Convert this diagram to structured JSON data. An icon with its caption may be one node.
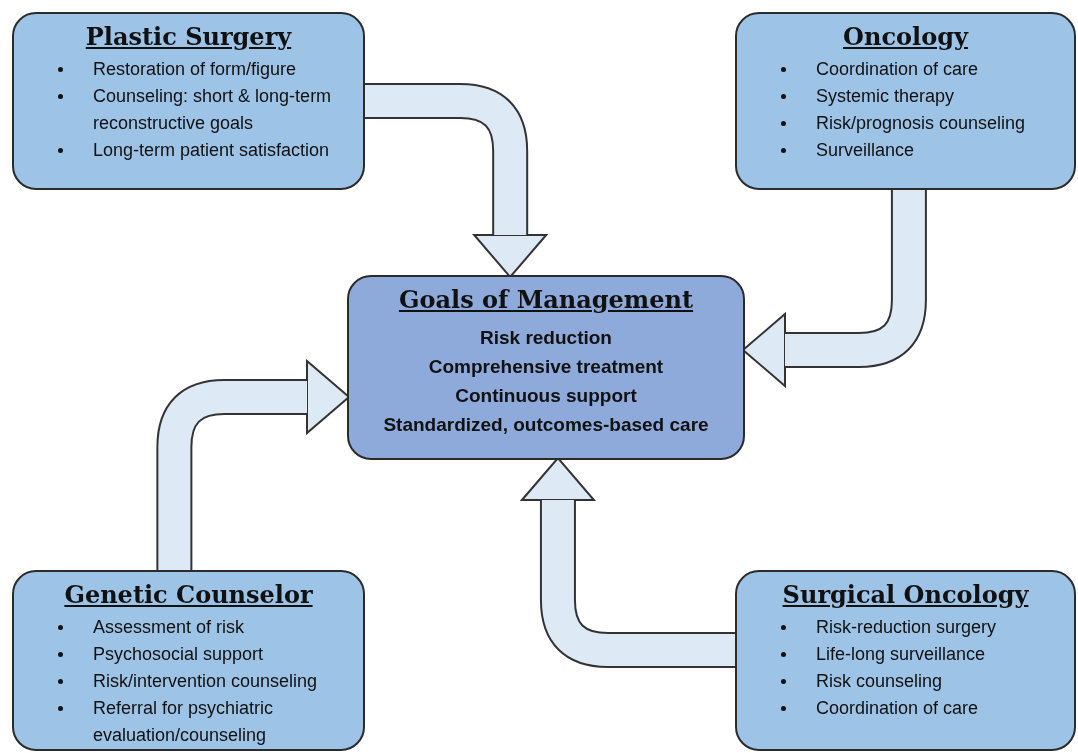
{
  "diagram": {
    "nodes": [
      {
        "text": [
          "Plastic Surgery",
          "Restoration of form/figure",
          "Counseling: short & long-term reconstructive goals",
          "Long-term patient satisfaction"
        ]
      },
      {
        "text": [
          "Oncology",
          "Coordination of care",
          "Systemic therapy",
          "Risk/prognosis counseling",
          "Surveillance"
        ]
      },
      {
        "text": [
          "Goals of Management",
          "Risk reduction",
          "Comprehensive treatment",
          "Continuous support",
          "Standardized, outcomes-based care"
        ]
      },
      {
        "text": [
          "Genetic Counselor",
          "Assessment of risk",
          "Psychosocial support",
          "Risk/intervention counseling",
          "Referral for psychiatric evaluation/counseling"
        ]
      },
      {
        "text": [
          "Surgical Oncology",
          "Risk-reduction surgery",
          "Life-long surveillance",
          "Risk counseling",
          "Coordination of care"
        ]
      }
    ],
    "edges": [
      {
        "from": 0,
        "to": 2,
        "arrow": "to"
      },
      {
        "from": 1,
        "to": 2,
        "arrow": "to"
      },
      {
        "from": 3,
        "to": 2,
        "arrow": "to"
      },
      {
        "from": 4,
        "to": 2,
        "arrow": "to"
      }
    ]
  }
}
